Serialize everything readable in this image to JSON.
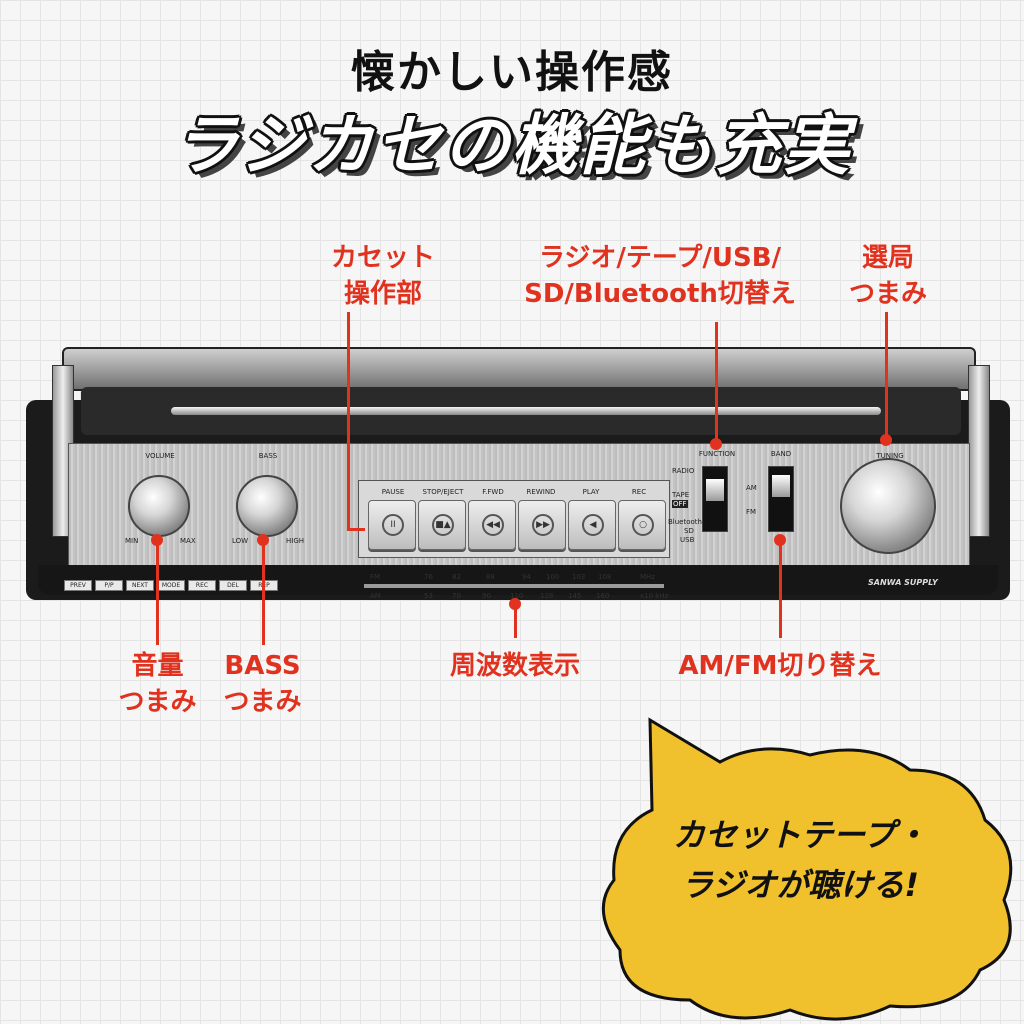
{
  "headline": {
    "line1": "懐かしい操作感",
    "line2": "ラジカセの機能も充実"
  },
  "callouts": {
    "cassette": [
      "カセット",
      "操作部"
    ],
    "function_switch": [
      "ラジオ/テープ/USB/",
      "SD/Bluetooth切替え"
    ],
    "tuning": [
      "選局",
      "つまみ"
    ],
    "volume": [
      "音量",
      "つまみ"
    ],
    "bass": [
      "BASS",
      "つまみ"
    ],
    "frequency": "周波数表示",
    "band": "AM/FM切り替え"
  },
  "bubble": {
    "line1": "カセットテープ・",
    "line2": "ラジオが聴ける!"
  },
  "device": {
    "volume_label": "VOLUME",
    "volume_min": "MIN",
    "volume_max": "MAX",
    "bass_label": "BASS",
    "bass_low": "LOW",
    "bass_high": "HIGH",
    "cassette_buttons": [
      "PAUSE",
      "STOP/EJECT",
      "F.FWD",
      "REWIND",
      "PLAY",
      "REC"
    ],
    "cassette_symbols": [
      "II",
      "■▲",
      "◀◀",
      "▶▶",
      "◀",
      "○"
    ],
    "function_label": "FUNCTION",
    "function_options": [
      "RADIO",
      "TAPE",
      "OFF",
      "Bluetooth",
      "SD",
      "USB"
    ],
    "band_label": "BAND",
    "band_options": [
      "AM",
      "FM"
    ],
    "tuning_label": "TUNING",
    "fm_label": "FM",
    "fm_scale": [
      "76",
      "82",
      "88",
      "94",
      "100",
      "103",
      "108"
    ],
    "fm_unit": "MHz",
    "am_label": "AM",
    "am_scale": [
      "53",
      "70",
      "90",
      "110",
      "128",
      "145",
      "160"
    ],
    "am_unit": "x10 kHz",
    "brand": "SANWA SUPPLY",
    "small_buttons": [
      "PREV",
      "P/P",
      "NEXT",
      "MODE",
      "REC",
      "DEL",
      "REP"
    ]
  },
  "colors": {
    "accent_red": "#e0321e",
    "bubble_yellow": "#f0c12c"
  }
}
